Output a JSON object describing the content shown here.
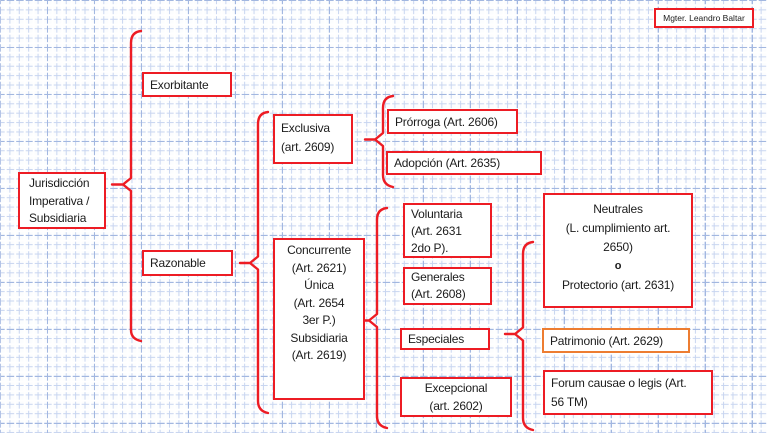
{
  "credit": {
    "label": "Mgter. Leandro Baltar"
  },
  "colors": {
    "box_border_red": "#ed1c24",
    "box_border_orange": "#ED7D31",
    "box_fill": "#ffffff",
    "text": "#1c1c1c",
    "grid_minor": "#c8d5f0",
    "grid_major": "#a2b7e0"
  },
  "nodes": {
    "jurisdiccion": {
      "lines": [
        "Jurisdicción",
        "Imperativa /",
        "Subsidiaria"
      ]
    },
    "exorbitante": {
      "label": "Exorbitante"
    },
    "razonable": {
      "label": "Razonable"
    },
    "exclusiva": {
      "lines": [
        "Exclusiva",
        "(art. 2609)"
      ]
    },
    "prorroga": {
      "label": "Prórroga (Art. 2606)"
    },
    "adopcion": {
      "label": "Adopción (Art. 2635)"
    },
    "concurrente": {
      "lines": [
        "Concurrente",
        "(Art. 2621)",
        "",
        "Única",
        "(Art. 2654",
        "3er P.)",
        "",
        "Subsidiaria",
        "(Art. 2619)"
      ]
    },
    "voluntaria": {
      "lines": [
        "Voluntaria",
        "(Art. 2631",
        "2do P)."
      ]
    },
    "generales": {
      "lines": [
        "Generales",
        "(Art. 2608)"
      ]
    },
    "especiales": {
      "label": "Especiales"
    },
    "excepcional": {
      "lines": [
        "Excepcional",
        "(art. 2602)"
      ]
    },
    "neutrales": {
      "lines": [
        "Neutrales",
        "(L. cumplimiento art.",
        "2650)",
        "o",
        "Protectorio (art. 2631)"
      ]
    },
    "patrimonio": {
      "label": "Patrimonio (Art. 2629)"
    },
    "forum": {
      "lines": [
        "Forum causae o legis (Art.",
        "56 TM)"
      ]
    }
  },
  "hierarchy": {
    "root": "Jurisdicción Imperativa / Subsidiaria",
    "children": [
      {
        "label": "Exorbitante"
      },
      {
        "label": "Razonable",
        "children": [
          {
            "label": "Exclusiva (art. 2609)",
            "children": [
              "Prórroga (Art. 2606)",
              "Adopción (Art. 2635)"
            ]
          },
          {
            "label": "Concurrente (Art. 2621) / Única (Art. 2654 3er P.) / Subsidiaria (Art. 2619)",
            "children": [
              "Voluntaria (Art. 2631 2do P).",
              "Generales (Art. 2608)",
              {
                "label": "Especiales",
                "children": [
                  "Neutrales (L. cumplimiento art. 2650) o Protectorio (art. 2631)",
                  "Patrimonio (Art. 2629)",
                  "Forum causae o legis (Art. 56 TM)"
                ]
              },
              "Excepcional (art. 2602)"
            ]
          }
        ]
      }
    ]
  }
}
